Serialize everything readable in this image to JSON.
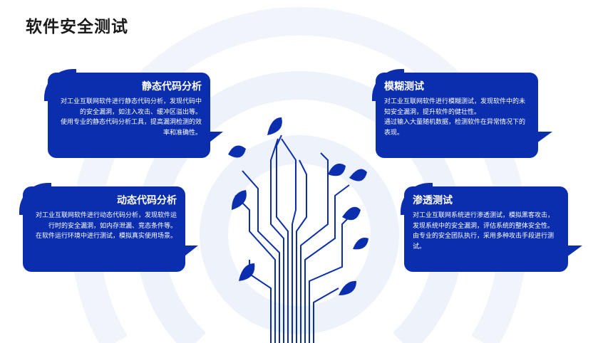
{
  "title": "软件安全测试",
  "colors": {
    "accent": "#0b2eae",
    "bg_rings": "#eef2fa"
  },
  "cards": [
    {
      "title": "静态代码分析",
      "lines": [
        "对工业互联网软件进行静态代码分析，发现代码中的安全漏洞，如注入攻击、缓冲区溢出等。",
        "使用专业的静态代码分析工具，提高漏洞检测的效率和准确性。"
      ]
    },
    {
      "title": "动态代码分析",
      "lines": [
        "对工业互联网软件进行动态代码分析，发现软件运行时的安全漏洞，如内存泄漏、竞态条件等。",
        "在软件运行环境中进行测试，模拟真实使用场景。"
      ]
    },
    {
      "title": "模糊测试",
      "lines": [
        "对工业互联网软件进行模糊测试，发现软件中的未知安全漏洞，提升软件的健壮性。",
        "通过输入大量随机数据，检测软件在异常情况下的表现。"
      ]
    },
    {
      "title": "渗透测试",
      "lines": [
        "对工业互联网系统进行渗透测试，模拟黑客攻击，发现系统中的安全漏洞，评估系统的整体安全性。",
        "由专业的安全团队执行，采用多种攻击手段进行测试。"
      ]
    }
  ]
}
